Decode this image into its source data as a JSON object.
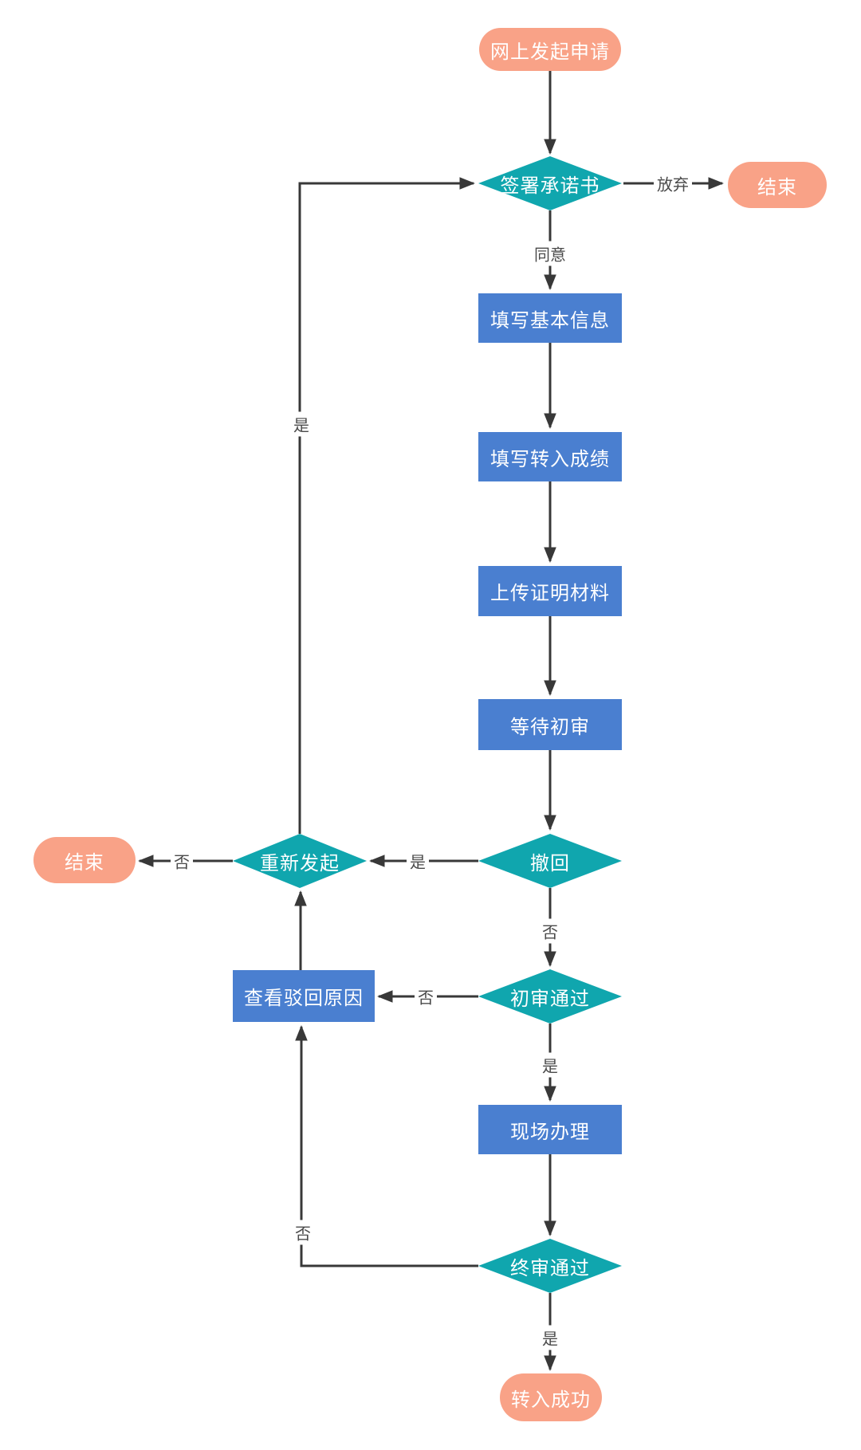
{
  "flowchart": {
    "colors": {
      "process": "#4a7fd0",
      "decision": "#10a6ae",
      "terminal": "#f9a287",
      "connector": "#383838",
      "label_text": "#4a4a4a",
      "node_text": "#ffffff"
    },
    "nodes": {
      "start": {
        "label": "网上发起申请",
        "type": "terminal"
      },
      "sign": {
        "label": "签署承诺书",
        "type": "decision"
      },
      "end_right": {
        "label": "结束",
        "type": "terminal"
      },
      "fill_basic": {
        "label": "填写基本信息",
        "type": "process"
      },
      "fill_scores": {
        "label": "填写转入成绩",
        "type": "process"
      },
      "upload": {
        "label": "上传证明材料",
        "type": "process"
      },
      "wait_review": {
        "label": "等待初审",
        "type": "process"
      },
      "withdraw": {
        "label": "撤回",
        "type": "decision"
      },
      "reinitiate": {
        "label": "重新发起",
        "type": "decision"
      },
      "end_left": {
        "label": "结束",
        "type": "terminal"
      },
      "view_reason": {
        "label": "查看驳回原因",
        "type": "process"
      },
      "first_review": {
        "label": "初审通过",
        "type": "decision"
      },
      "onsite": {
        "label": "现场办理",
        "type": "process"
      },
      "final_review": {
        "label": "终审通过",
        "type": "decision"
      },
      "success": {
        "label": "转入成功",
        "type": "terminal"
      }
    },
    "edges": [
      {
        "from": "start",
        "to": "sign",
        "label": ""
      },
      {
        "from": "sign",
        "to": "end_right",
        "label": "放弃"
      },
      {
        "from": "sign",
        "to": "fill_basic",
        "label": "同意"
      },
      {
        "from": "fill_basic",
        "to": "fill_scores",
        "label": ""
      },
      {
        "from": "fill_scores",
        "to": "upload",
        "label": ""
      },
      {
        "from": "upload",
        "to": "wait_review",
        "label": ""
      },
      {
        "from": "wait_review",
        "to": "withdraw",
        "label": ""
      },
      {
        "from": "withdraw",
        "to": "reinitiate",
        "label": "是"
      },
      {
        "from": "reinitiate",
        "to": "end_left",
        "label": "否"
      },
      {
        "from": "reinitiate",
        "to": "sign",
        "label": "是"
      },
      {
        "from": "withdraw",
        "to": "first_review",
        "label": "否"
      },
      {
        "from": "first_review",
        "to": "view_reason",
        "label": "否"
      },
      {
        "from": "view_reason",
        "to": "reinitiate",
        "label": ""
      },
      {
        "from": "first_review",
        "to": "onsite",
        "label": "是"
      },
      {
        "from": "onsite",
        "to": "final_review",
        "label": ""
      },
      {
        "from": "final_review",
        "to": "view_reason",
        "label": "否"
      },
      {
        "from": "final_review",
        "to": "success",
        "label": "是"
      }
    ]
  }
}
